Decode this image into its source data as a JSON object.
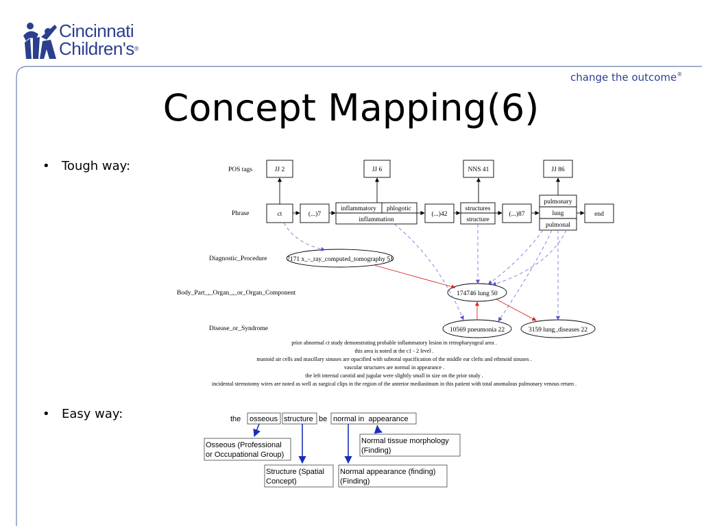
{
  "header": {
    "logo_line1": "Cincinnati",
    "logo_line2": "Children's",
    "registered_mark": "®",
    "tagline": "change the outcome",
    "tagline_mark": "®"
  },
  "title": "Concept Mapping(6)",
  "bullets": [
    {
      "dot": "•",
      "text": "Tough way:"
    },
    {
      "dot": "•",
      "text": "Easy way:"
    }
  ],
  "tough": {
    "rows": {
      "pos": "POS tags",
      "phrase": "Phrase",
      "diag": "Diagnostic_Procedure",
      "body": "Body_Part_,_Organ_,_or_Organ_Component",
      "disease": "Disease_or_Syndrome"
    },
    "pos_tags": [
      "JJ 2",
      "JJ 6",
      "NNS 41",
      "JJ 86"
    ],
    "phrase": {
      "ct": "ct",
      "gap1": "(...)7",
      "infl_left": "inflammatory",
      "infl_right": "phlogotic",
      "infl_bottom": "inflammation",
      "gap2": "(...)42",
      "struct_top": "structures",
      "struct_bottom": "structure",
      "gap3": "(...)87",
      "pulm_top": "pulmonary",
      "pulm_mid": "lung",
      "pulm_bottom": "pulmonal",
      "end": "end"
    },
    "concepts": {
      "ct_scan": "7171 x_-_ray_computed_tomography 51",
      "lung": "174746 lung 50",
      "pneumonia": "10569 pneumonia 22",
      "lung_diseases": "3159 lung_diseases 22"
    },
    "report": [
      "prior abnormal ct study demonstrating probable inflammatory lesion in retropharyngeal area .",
      "this area is noted at the c1 - 2 level .",
      "mastoid air cells and maxillary sinuses are opacified with subtotal opacification of the middle ear clefts and ethmoid sinuses .",
      "vascular structures are normal in appearance .",
      "the left internal carotid and jugular were slightly small in size on the prior study .",
      "incidental sternotomy wires are noted as well as surgical clips in the region of the anterior mediastinum in this patient with total anomalous pulmonary venous return ."
    ]
  },
  "easy": {
    "the": "the",
    "osseous": "osseous",
    "structure": "structure",
    "be": "be",
    "normal_in_appearance": "normal in  appearance",
    "osseous_concept": [
      "Osseous (Professional",
      "or Occupational Group)"
    ],
    "structure_concept": [
      "Structure (Spatial",
      "Concept)"
    ],
    "normal_appearance_concept": [
      "Normal appearance (finding)",
      "(Finding)"
    ],
    "tissue_concept": [
      "Normal tissue morphology",
      "(Finding)"
    ]
  },
  "colors": {
    "brand": "#2b3f8e",
    "frame": "#6b7fae",
    "dashed": "#7777dd",
    "red": "#dd2222",
    "easy_arrow": "#1a2fb8",
    "tough_arrow": "#000000"
  }
}
